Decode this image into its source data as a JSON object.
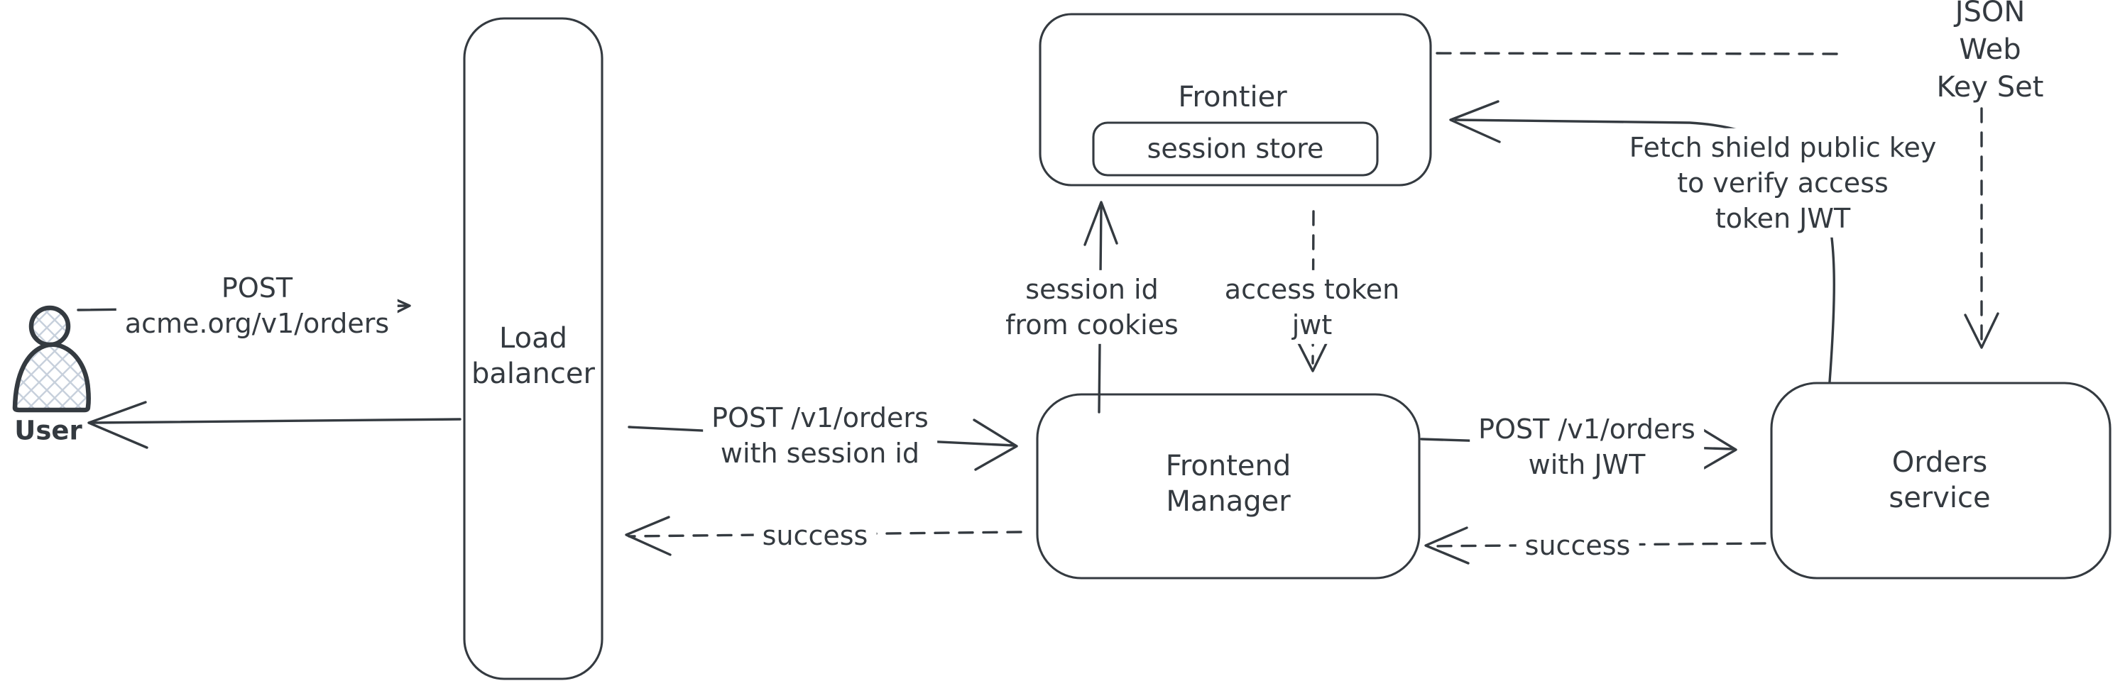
{
  "diagram": {
    "nodes": {
      "user": {
        "label": "User"
      },
      "load_balancer": {
        "label": "Load\nbalancer"
      },
      "frontier": {
        "label": "Frontier"
      },
      "session_store": {
        "label": "session store"
      },
      "frontend_manager": {
        "label": "Frontend\nManager"
      },
      "orders_service": {
        "label": "Orders service"
      },
      "jwks": {
        "label": "JSON Web Key Set"
      }
    },
    "edges": {
      "user_to_lb": {
        "label": "POST\nacme.org/v1/orders",
        "style": "solid"
      },
      "lb_to_user": {
        "label": "",
        "style": "solid"
      },
      "lb_to_fm": {
        "label": "POST /v1/orders\nwith session id",
        "style": "solid"
      },
      "fm_to_lb": {
        "label": "success",
        "style": "dashed"
      },
      "fm_to_frontier": {
        "label": "session id\nfrom cookies",
        "style": "solid"
      },
      "frontier_to_fm": {
        "label": "access token\njwt",
        "style": "dashed"
      },
      "fm_to_orders": {
        "label": "POST /v1/orders\nwith JWT",
        "style": "solid"
      },
      "orders_to_fm": {
        "label": "success",
        "style": "dashed"
      },
      "orders_to_frontier": {
        "label": "Fetch shield public key\nto verify access\ntoken JWT",
        "style": "solid"
      },
      "frontier_to_jwks": {
        "label": "",
        "style": "dashed"
      },
      "jwks_to_orders": {
        "label": "",
        "style": "dashed"
      }
    },
    "colors": {
      "stroke": "#343a40",
      "hatch": "#c7d0dc",
      "background": "#ffffff"
    }
  }
}
